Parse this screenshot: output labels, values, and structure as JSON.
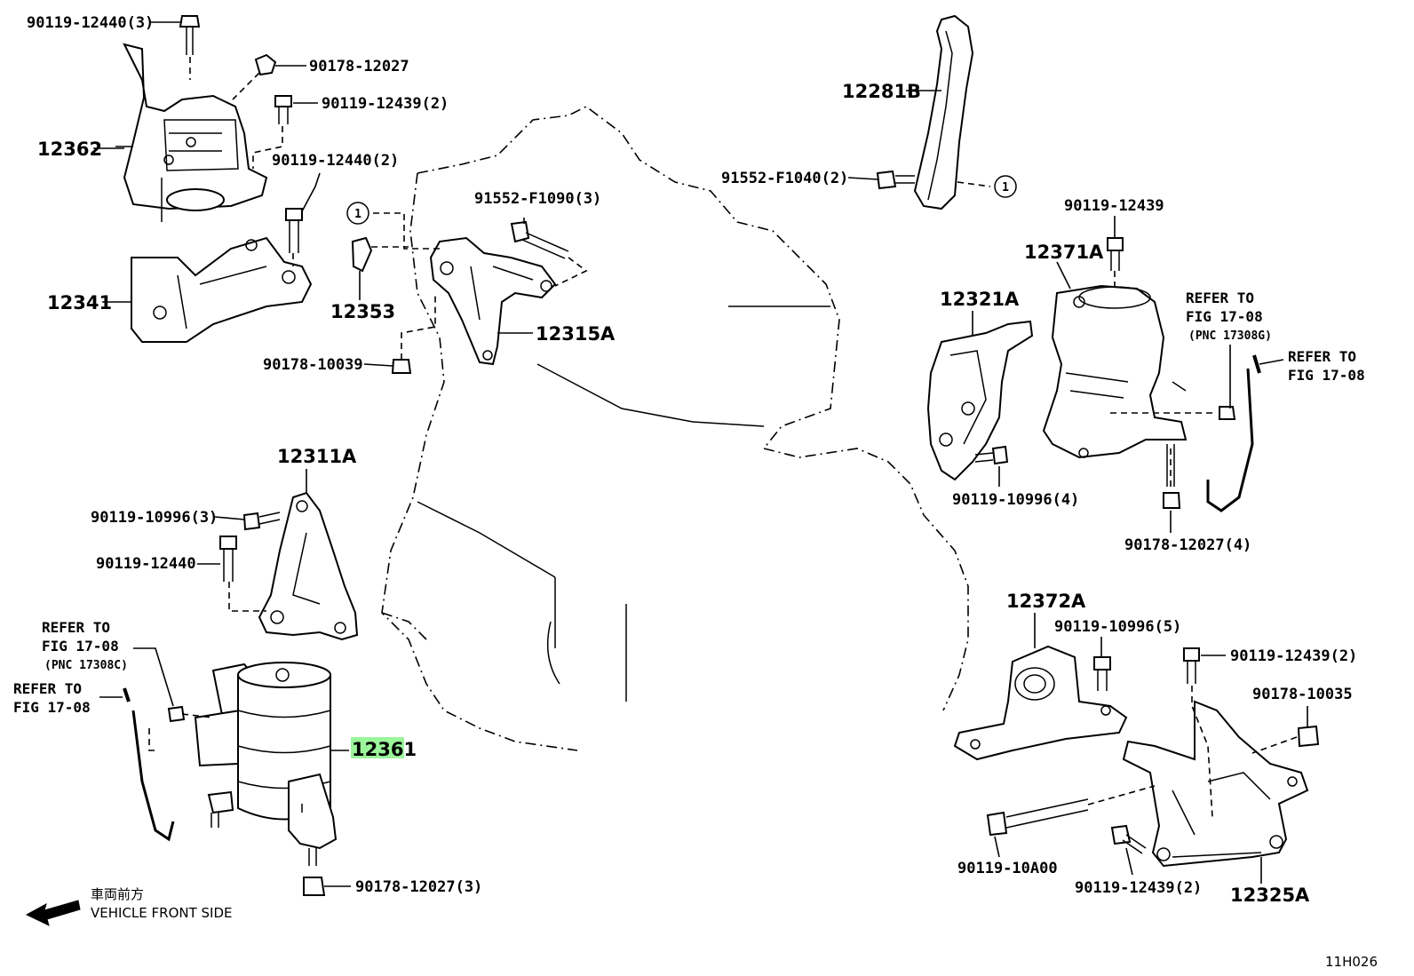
{
  "parts": {
    "p12362": "12362",
    "p12341": "12341",
    "p12353": "12353",
    "p12315A": "12315A",
    "p12281B": "12281B",
    "p12371A": "12371A",
    "p12321A": "12321A",
    "p12311A": "12311A",
    "p12361": "12361",
    "p12372A": "12372A",
    "p12325A": "12325A"
  },
  "fasteners": {
    "f90119_12440_3": "90119-12440(3)",
    "f90178_12027": "90178-12027",
    "f90119_12439_2a": "90119-12439(2)",
    "f90119_12440_2": "90119-12440(2)",
    "f91552_F1090_3": "91552-F1090(3)",
    "f90178_10039": "90178-10039",
    "f91552_F1040_2": "91552-F1040(2)",
    "f90119_12439": "90119-12439",
    "f90119_10996_4": "90119-10996(4)",
    "f90178_12027_4": "90178-12027(4)",
    "f90119_10996_3": "90119-10996(3)",
    "f90119_12440": "90119-12440",
    "f90119_10996_5": "90119-10996(5)",
    "f90119_12439_2b": "90119-12439(2)",
    "f90178_10035": "90178-10035",
    "f90119_10A00": "90119-10A00",
    "f90119_12439_2c": "90119-12439(2)",
    "f90178_12027_3": "90178-12027(3)"
  },
  "refs": {
    "right_a": {
      "l1": "REFER TO",
      "l2": "FIG 17-08",
      "l3": "(PNC 17308G)"
    },
    "right_b": {
      "l1": "REFER TO",
      "l2": "FIG 17-08"
    },
    "left_a": {
      "l1": "REFER TO",
      "l2": "FIG 17-08",
      "l3": "(PNC 17308C)"
    },
    "left_b": {
      "l1": "REFER TO",
      "l2": "FIG 17-08"
    }
  },
  "callout_mark": "1",
  "footer": {
    "direction_jp": "車両前方",
    "direction_en": "VEHICLE FRONT SIDE",
    "figure_id": "11H026"
  },
  "highlight_color": "#9bf59b"
}
